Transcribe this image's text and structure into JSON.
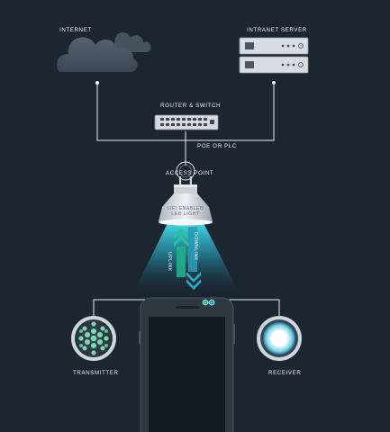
{
  "labels": {
    "internet": "INTERNET",
    "intranet_server": "INTRANET SERVER",
    "router_switch": "ROUTER & SWITCH",
    "poe_plc": "POE OR PLC",
    "access_point": "ACCESS POINT",
    "bulb_text": "LIFI ENABLED LED LIGHT",
    "uplink": "UPLINK",
    "downlink": "DOWNLINK",
    "transmitter": "TRANSMITTER",
    "receiver": "RECEIVER"
  },
  "colors": {
    "background": "#1b2631",
    "lines": "#e8eef3",
    "cloud": "#4a5663",
    "light_beam": "#3fd8e8",
    "uplink_arrows": "#22c79a",
    "downlink_arrows": "#2fa4c6",
    "phone_body": "#2f3841",
    "phone_screen": "#111a22"
  },
  "icons": [
    "cloud-icon",
    "server-icon",
    "router-icon",
    "bulb-icon",
    "phone-icon",
    "transmitter-led-icon",
    "receiver-photodiode-icon"
  ]
}
